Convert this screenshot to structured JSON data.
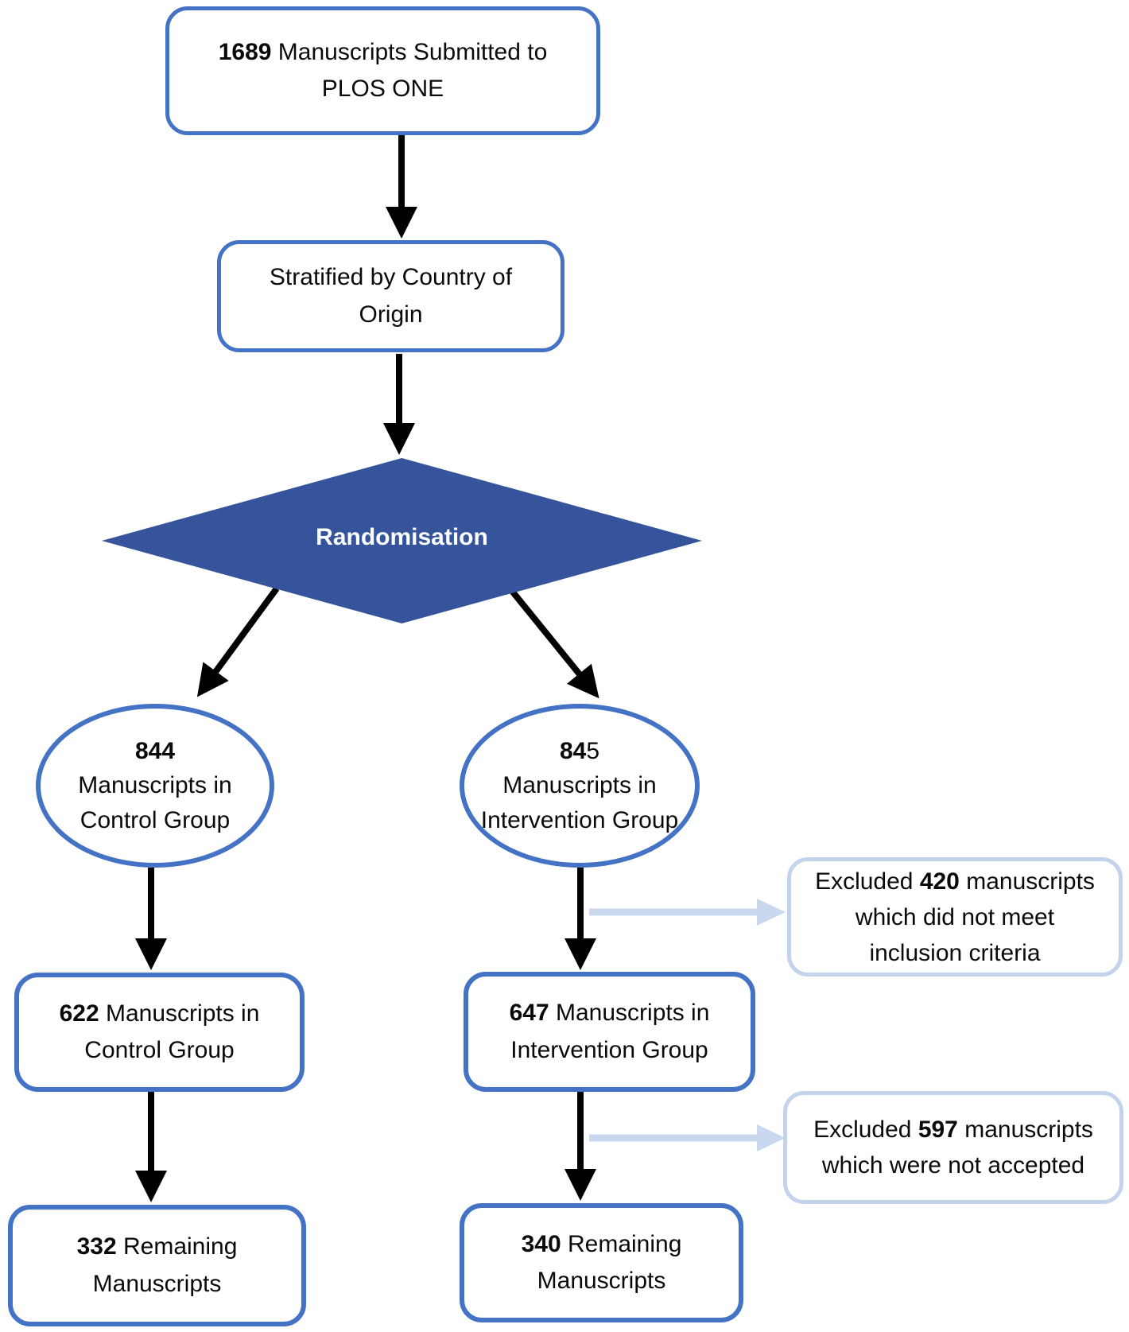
{
  "title": "Manuscript randomisation flow diagram",
  "colors": {
    "primary": "#4472C4",
    "diamond_fill": "#35549B",
    "diamond_text": "#FFFFFF",
    "light_border": "#C3D3EB",
    "light_arrow": "#C9D8EE",
    "arrow": "#000000",
    "text": "#0A0A0A"
  },
  "nodes": {
    "submitted": {
      "lines": [
        [
          {
            "t": "1689",
            "b": true
          },
          {
            "t": " Manuscripts Submitted to"
          }
        ],
        [
          {
            "t": "PLOS ONE"
          }
        ]
      ]
    },
    "stratified": {
      "lines": [
        [
          {
            "t": "Stratified by Country of"
          }
        ],
        [
          {
            "t": "Origin"
          }
        ]
      ]
    },
    "randomisation": {
      "label": "Randomisation"
    },
    "control_ellipse": {
      "lines": [
        [
          {
            "t": "844",
            "b": true
          }
        ],
        [
          {
            "t": "Manuscripts in"
          }
        ],
        [
          {
            "t": "Control Group"
          }
        ]
      ]
    },
    "intervention_ellipse": {
      "lines": [
        [
          {
            "t": "84",
            "b": true
          },
          {
            "t": "5"
          }
        ],
        [
          {
            "t": "Manuscripts in"
          }
        ],
        [
          {
            "t": "Intervention Group"
          }
        ]
      ]
    },
    "control_622": {
      "lines": [
        [
          {
            "t": "622",
            "b": true
          },
          {
            "t": " Manuscripts in"
          }
        ],
        [
          {
            "t": "Control Group"
          }
        ]
      ]
    },
    "intervention_647": {
      "lines": [
        [
          {
            "t": "647",
            "b": true
          },
          {
            "t": " Manuscripts in"
          }
        ],
        [
          {
            "t": "Intervention Group"
          }
        ]
      ]
    },
    "excluded_420": {
      "lines": [
        [
          {
            "t": "Excluded "
          },
          {
            "t": "420",
            "b": true
          },
          {
            "t": " manuscripts"
          }
        ],
        [
          {
            "t": "which did not meet"
          }
        ],
        [
          {
            "t": "inclusion criteria"
          }
        ]
      ]
    },
    "excluded_597": {
      "lines": [
        [
          {
            "t": "Excluded "
          },
          {
            "t": "597",
            "b": true
          },
          {
            "t": " manuscripts"
          }
        ],
        [
          {
            "t": "which were not accepted"
          }
        ]
      ]
    },
    "remaining_332": {
      "lines": [
        [
          {
            "t": "332",
            "b": true
          },
          {
            "t": " Remaining"
          }
        ],
        [
          {
            "t": "Manuscripts"
          }
        ]
      ]
    },
    "remaining_340": {
      "lines": [
        [
          {
            "t": "340",
            "b": true
          },
          {
            "t": " Remaining"
          }
        ],
        [
          {
            "t": "Manuscripts"
          }
        ]
      ]
    }
  }
}
